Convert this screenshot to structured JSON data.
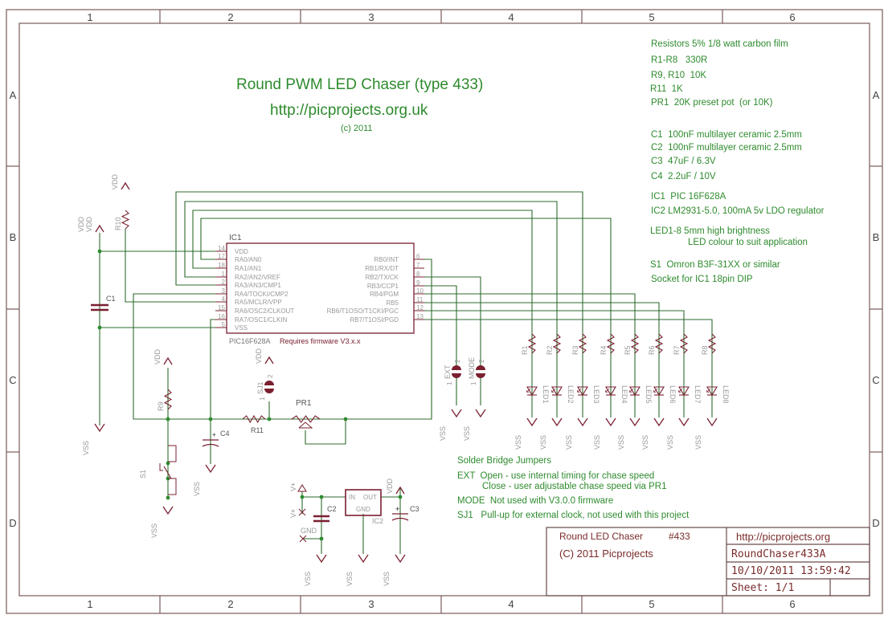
{
  "colors": {
    "wire": "#2e6b2e",
    "part": "#7a2030",
    "frame": "#7a5a5a",
    "label": "#999999",
    "note": "#2e8b2e",
    "junction": "#2e8b2e"
  },
  "frame": {
    "columns": [
      "1",
      "2",
      "3",
      "4",
      "5",
      "6"
    ],
    "rows": [
      "A",
      "B",
      "C",
      "D"
    ]
  },
  "header": {
    "title": "Round PWM LED Chaser (type 433)",
    "url": "http://picprojects.org.uk",
    "copyright": "(c) 2011"
  },
  "parts_list": {
    "resistors_heading": "Resistors 5% 1/8 watt carbon film",
    "resistors": [
      "R1-R8   330R",
      "R9, R10  10K",
      "R11  1K",
      "PR1  20K preset pot  (or 10K)"
    ],
    "capacitors": [
      "C1  100nF multilayer ceramic 2.5mm",
      "C2  100nF multilayer ceramic 2.5mm",
      "C3  47uF / 6.3V",
      "C4  2.2uF / 10V"
    ],
    "ics": [
      "IC1  PIC 16F628A",
      "IC2 LM2931-5.0, 100mA 5v LDO regulator"
    ],
    "leds": [
      "LED1-8 5mm high brightness",
      "LED colour to suit application"
    ],
    "misc": [
      "S1  Omron B3F-31XX or similar",
      "Socket for IC1 18pin DIP"
    ]
  },
  "ic1": {
    "ref": "IC1",
    "caption_part": "PIC16F628A",
    "caption_note": "Requires firmware V3.x.x",
    "left_pins": [
      {
        "num": "14",
        "name": "VDD"
      },
      {
        "num": "17",
        "name": "RA0/AN0"
      },
      {
        "num": "18",
        "name": "RA1/AN1"
      },
      {
        "num": "1",
        "name": "RA2/AN2/VREF"
      },
      {
        "num": "2",
        "name": "RA3/AN3/CMP1"
      },
      {
        "num": "3",
        "name": "RA4/TOCKI/CMP2"
      },
      {
        "num": "4",
        "name": "RA5/MCLR/VPP"
      },
      {
        "num": "15",
        "name": "RA6/OSC2/CLKOUT"
      },
      {
        "num": "16",
        "name": "RA7/OSC1/CLKIN"
      },
      {
        "num": "5",
        "name": "VSS"
      }
    ],
    "right_pins": [
      {
        "num": "6",
        "name": "RB0/INT"
      },
      {
        "num": "7",
        "name": "RB1/RX/DT"
      },
      {
        "num": "8",
        "name": "RB2/TX/CK"
      },
      {
        "num": "9",
        "name": "RB3/CCP1"
      },
      {
        "num": "10",
        "name": "RB4/PGM"
      },
      {
        "num": "11",
        "name": "RB5"
      },
      {
        "num": "12",
        "name": "RB6/T1OSO/T1CKI/PGC"
      },
      {
        "num": "13",
        "name": "RB7/T1OSI/PGD"
      }
    ]
  },
  "labels": {
    "vdd": "VDD",
    "vss": "VSS",
    "vplus": "V+",
    "gnd": "GND",
    "c1": "C1",
    "c2": "C2",
    "c3": "C3",
    "c4": "C4",
    "r9": "R9",
    "r10": "R10",
    "r11": "R11",
    "pr1": "PR1",
    "sj1": "SJ1",
    "s1": "S1",
    "ext": "EXT",
    "mode": "MODE",
    "ic2": "IC2",
    "ic2_in": "IN",
    "ic2_out": "OUT",
    "ic2_gnd": "GND",
    "pin1": "1",
    "pin2": "2",
    "pin3": "3",
    "pin4": "4"
  },
  "led_channels": [
    {
      "r": "R1",
      "led": "LED1"
    },
    {
      "r": "R2",
      "led": "LED2"
    },
    {
      "r": "R3",
      "led": "LED3"
    },
    {
      "r": "R4",
      "led": "LED4"
    },
    {
      "r": "R5",
      "led": "LED5"
    },
    {
      "r": "R6",
      "led": "LED6"
    },
    {
      "r": "R7",
      "led": "LED7"
    },
    {
      "r": "R8",
      "led": "LED8"
    }
  ],
  "jumper_notes": {
    "heading": "Solder Bridge Jumpers",
    "lines": [
      "EXT  Open - use internal timing for chase speed",
      "Close - user adjustable chase speed via PR1",
      "MODE  Not used with V3.0.0 firmware",
      "SJ1   Pull-up for external clock, not used with this project"
    ]
  },
  "title_block": {
    "project": "Round LED Chaser",
    "number": "#433",
    "copyright": "(C) 2011 Picprojects",
    "website": "http://picprojects.org",
    "filename": "RoundChaser433A",
    "datetime": "10/10/2011 13:59:42",
    "sheet": "Sheet: 1/1"
  }
}
